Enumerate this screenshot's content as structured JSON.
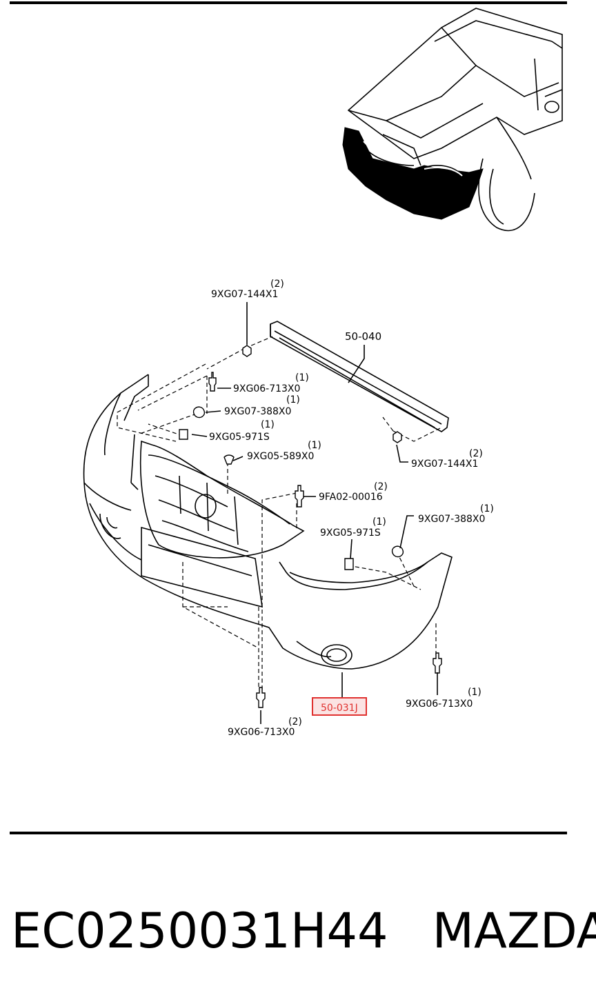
{
  "callouts": [
    {
      "id": "c1",
      "code": "9XG07-144X1",
      "qty": "(2)"
    },
    {
      "id": "c2",
      "code": "50-040",
      "qty": ""
    },
    {
      "id": "c3",
      "code": "9XG06-713X0",
      "qty": "(1)"
    },
    {
      "id": "c4",
      "code": "9XG07-388X0",
      "qty": "(1)"
    },
    {
      "id": "c5",
      "code": "9XG05-971S",
      "qty": "(1)"
    },
    {
      "id": "c6",
      "code": "9XG05-589X0",
      "qty": "(1)"
    },
    {
      "id": "c7",
      "code": "9XG07-144X1",
      "qty": "(2)"
    },
    {
      "id": "c8",
      "code": "9FA02-00016",
      "qty": "(2)"
    },
    {
      "id": "c9",
      "code": "9XG07-388X0",
      "qty": "(1)"
    },
    {
      "id": "c10",
      "code": "9XG05-971S",
      "qty": "(1)"
    },
    {
      "id": "c11",
      "code": "50-031J",
      "qty": "",
      "highlighted": true
    },
    {
      "id": "c12",
      "code": "9XG06-713X0",
      "qty": "(1)"
    },
    {
      "id": "c13",
      "code": "9XG06-713X0",
      "qty": "(2)"
    }
  ],
  "footer": {
    "part_number": "EC0250031H44",
    "brand": "MAZDA"
  },
  "colors": {
    "line": "#000000",
    "highlight_border": "#e0312f",
    "highlight_fill": "#fbe3e3"
  }
}
